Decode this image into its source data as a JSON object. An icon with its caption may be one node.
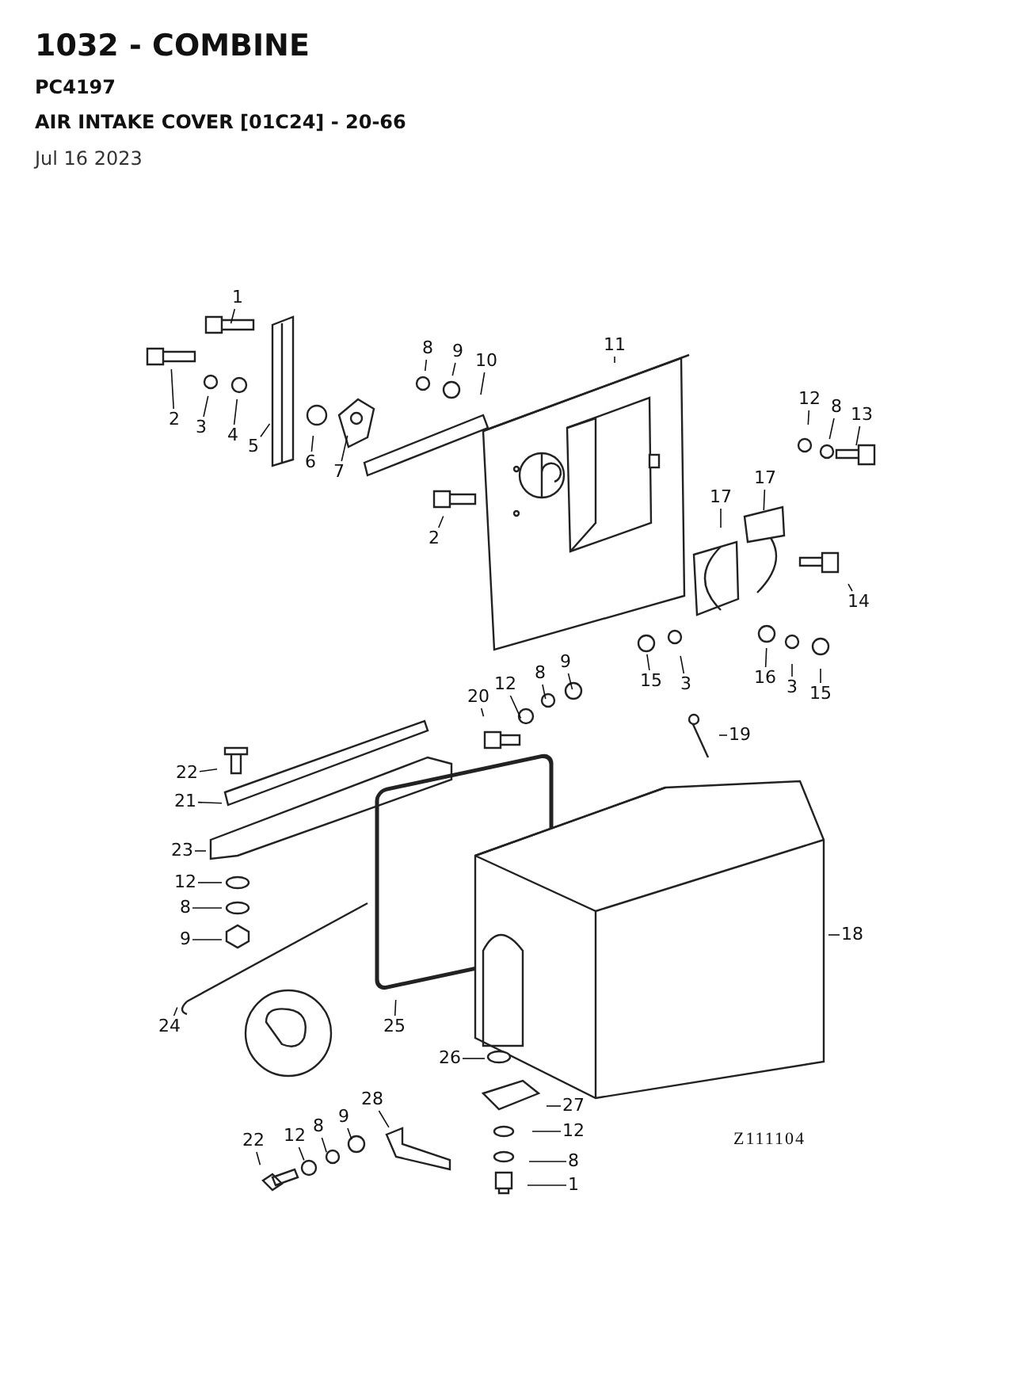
{
  "diagram": {
    "title": "1032 - COMBINE",
    "labels": [
      "PC4197",
      "AIR INTAKE COVER [01C24] - 20-66",
      "Jul 16 2023",
      "Z111104"
    ],
    "nodes": [
      {
        "text": [
          "1"
        ]
      },
      {
        "text": [
          "2"
        ]
      },
      {
        "text": [
          "3"
        ]
      },
      {
        "text": [
          "4"
        ]
      },
      {
        "text": [
          "5"
        ]
      },
      {
        "text": [
          "6"
        ]
      },
      {
        "text": [
          "7"
        ]
      },
      {
        "text": [
          "8"
        ]
      },
      {
        "text": [
          "9"
        ]
      },
      {
        "text": [
          "10"
        ]
      },
      {
        "text": [
          "11"
        ]
      },
      {
        "text": [
          "2"
        ]
      },
      {
        "text": [
          "12"
        ]
      },
      {
        "text": [
          "8"
        ]
      },
      {
        "text": [
          "13"
        ]
      },
      {
        "text": [
          "17"
        ]
      },
      {
        "text": [
          "17"
        ]
      },
      {
        "text": [
          "14"
        ]
      },
      {
        "text": [
          "15"
        ]
      },
      {
        "text": [
          "3"
        ]
      },
      {
        "text": [
          "16"
        ]
      },
      {
        "text": [
          "3"
        ]
      },
      {
        "text": [
          "15"
        ]
      },
      {
        "text": [
          "20"
        ]
      },
      {
        "text": [
          "12"
        ]
      },
      {
        "text": [
          "8"
        ]
      },
      {
        "text": [
          "9"
        ]
      },
      {
        "text": [
          "19"
        ]
      },
      {
        "text": [
          "22"
        ]
      },
      {
        "text": [
          "21"
        ]
      },
      {
        "text": [
          "23"
        ]
      },
      {
        "text": [
          "12"
        ]
      },
      {
        "text": [
          "8"
        ]
      },
      {
        "text": [
          "9"
        ]
      },
      {
        "text": [
          "24"
        ]
      },
      {
        "text": [
          "25"
        ]
      },
      {
        "text": [
          "18"
        ]
      },
      {
        "text": [
          "26"
        ]
      },
      {
        "text": [
          "27"
        ]
      },
      {
        "text": [
          "12"
        ]
      },
      {
        "text": [
          "8"
        ]
      },
      {
        "text": [
          "1"
        ]
      },
      {
        "text": [
          "28"
        ]
      },
      {
        "text": [
          "9"
        ]
      },
      {
        "text": [
          "8"
        ]
      },
      {
        "text": [
          "12"
        ]
      },
      {
        "text": [
          "22"
        ]
      }
    ],
    "edges": [
      {
        "from": 0,
        "to": null,
        "arrow": "none"
      },
      {
        "from": 1,
        "to": null,
        "arrow": "none"
      },
      {
        "from": 2,
        "to": null,
        "arrow": "none"
      },
      {
        "from": 3,
        "to": null,
        "arrow": "none"
      },
      {
        "from": 4,
        "to": null,
        "arrow": "none"
      },
      {
        "from": 5,
        "to": null,
        "arrow": "none"
      },
      {
        "from": 6,
        "to": null,
        "arrow": "none"
      },
      {
        "from": 7,
        "to": null,
        "arrow": "none"
      },
      {
        "from": 8,
        "to": null,
        "arrow": "none"
      },
      {
        "from": 9,
        "to": null,
        "arrow": "none"
      },
      {
        "from": 10,
        "to": null,
        "arrow": "none"
      },
      {
        "from": 11,
        "to": null,
        "arrow": "none"
      },
      {
        "from": 12,
        "to": null,
        "arrow": "none"
      },
      {
        "from": 13,
        "to": null,
        "arrow": "none"
      },
      {
        "from": 14,
        "to": null,
        "arrow": "none"
      },
      {
        "from": 15,
        "to": null,
        "arrow": "none"
      },
      {
        "from": 16,
        "to": null,
        "arrow": "none"
      },
      {
        "from": 17,
        "to": null,
        "arrow": "none"
      },
      {
        "from": 18,
        "to": null,
        "arrow": "none"
      },
      {
        "from": 19,
        "to": null,
        "arrow": "none"
      },
      {
        "from": 20,
        "to": null,
        "arrow": "none"
      },
      {
        "from": 21,
        "to": null,
        "arrow": "none"
      },
      {
        "from": 22,
        "to": null,
        "arrow": "none"
      },
      {
        "from": 23,
        "to": null,
        "arrow": "none"
      },
      {
        "from": 24,
        "to": null,
        "arrow": "none"
      },
      {
        "from": 25,
        "to": null,
        "arrow": "none"
      },
      {
        "from": 26,
        "to": null,
        "arrow": "none"
      },
      {
        "from": 27,
        "to": null,
        "arrow": "none"
      },
      {
        "from": 28,
        "to": null,
        "arrow": "none"
      },
      {
        "from": 29,
        "to": null,
        "arrow": "none"
      },
      {
        "from": 30,
        "to": null,
        "arrow": "none"
      },
      {
        "from": 31,
        "to": null,
        "arrow": "none"
      },
      {
        "from": 32,
        "to": null,
        "arrow": "none"
      },
      {
        "from": 33,
        "to": null,
        "arrow": "none"
      },
      {
        "from": 34,
        "to": null,
        "arrow": "none"
      },
      {
        "from": 35,
        "to": null,
        "arrow": "none"
      },
      {
        "from": 36,
        "to": null,
        "arrow": "none"
      },
      {
        "from": 37,
        "to": null,
        "arrow": "none"
      },
      {
        "from": 38,
        "to": null,
        "arrow": "none"
      },
      {
        "from": 39,
        "to": null,
        "arrow": "none"
      },
      {
        "from": 40,
        "to": null,
        "arrow": "none"
      },
      {
        "from": 41,
        "to": null,
        "arrow": "none"
      },
      {
        "from": 42,
        "to": null,
        "arrow": "none"
      },
      {
        "from": 43,
        "to": null,
        "arrow": "none"
      },
      {
        "from": 44,
        "to": null,
        "arrow": "none"
      },
      {
        "from": 45,
        "to": null,
        "arrow": "none"
      },
      {
        "from": 46,
        "to": null,
        "arrow": "none"
      }
    ]
  }
}
